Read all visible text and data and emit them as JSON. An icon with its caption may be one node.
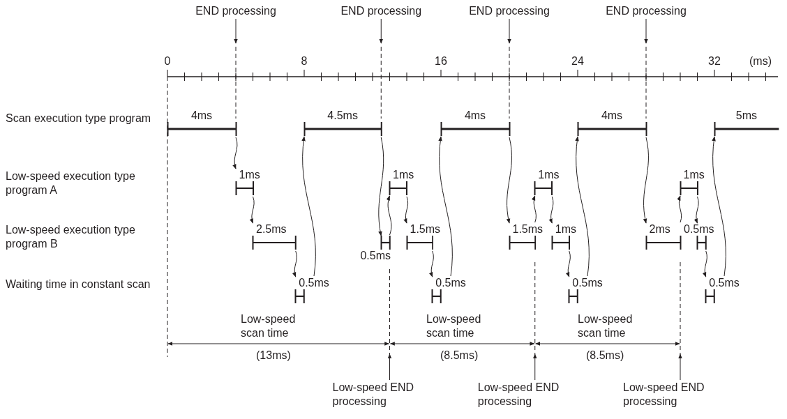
{
  "diagram": {
    "nodes": [
      {
        "text": [
          "END processing"
        ]
      },
      {
        "text": [
          "END processing"
        ]
      },
      {
        "text": [
          "END processing"
        ]
      },
      {
        "text": [
          "END processing"
        ]
      },
      {
        "text": [
          "4ms"
        ]
      },
      {
        "text": [
          "4.5ms"
        ]
      },
      {
        "text": [
          "4ms"
        ]
      },
      {
        "text": [
          "4ms"
        ]
      },
      {
        "text": [
          "5ms"
        ]
      },
      {
        "text": [
          "1ms"
        ]
      },
      {
        "text": [
          "1ms"
        ]
      },
      {
        "text": [
          "1ms"
        ]
      },
      {
        "text": [
          "1ms"
        ]
      },
      {
        "text": [
          "2.5ms"
        ]
      },
      {
        "text": [
          "0.5ms"
        ]
      },
      {
        "text": [
          "1.5ms"
        ]
      },
      {
        "text": [
          "1.5ms"
        ]
      },
      {
        "text": [
          "1ms"
        ]
      },
      {
        "text": [
          "2ms"
        ]
      },
      {
        "text": [
          "0.5ms"
        ]
      },
      {
        "text": [
          "0.5ms"
        ]
      },
      {
        "text": [
          "0.5ms"
        ]
      },
      {
        "text": [
          "0.5ms"
        ]
      },
      {
        "text": [
          "0.5ms"
        ]
      },
      {
        "text": [
          "Low-speed END processing"
        ]
      },
      {
        "text": [
          "Low-speed END processing"
        ]
      },
      {
        "text": [
          "Low-speed END processing"
        ]
      }
    ],
    "edges": [
      {
        "from": 0,
        "to": null,
        "arrow": "to"
      },
      {
        "from": 1,
        "to": null,
        "arrow": "to"
      },
      {
        "from": 2,
        "to": null,
        "arrow": "to"
      },
      {
        "from": 3,
        "to": null,
        "arrow": "to"
      },
      {
        "from": 4,
        "to": 9,
        "arrow": "to"
      },
      {
        "from": 9,
        "to": 13,
        "arrow": "to"
      },
      {
        "from": 13,
        "to": 20,
        "arrow": "to"
      },
      {
        "from": 20,
        "to": 5,
        "arrow": "to"
      },
      {
        "from": 5,
        "to": 14,
        "arrow": "to"
      },
      {
        "from": 14,
        "to": 10,
        "arrow": "to"
      },
      {
        "from": 10,
        "to": 15,
        "arrow": "to"
      },
      {
        "from": 15,
        "to": 21,
        "arrow": "to"
      },
      {
        "from": 21,
        "to": 6,
        "arrow": "to"
      },
      {
        "from": 6,
        "to": 16,
        "arrow": "to"
      },
      {
        "from": 16,
        "to": 11,
        "arrow": "to"
      },
      {
        "from": 11,
        "to": 17,
        "arrow": "to"
      },
      {
        "from": 17,
        "to": 22,
        "arrow": "to"
      },
      {
        "from": 22,
        "to": 7,
        "arrow": "to"
      },
      {
        "from": 7,
        "to": 18,
        "arrow": "to"
      },
      {
        "from": 18,
        "to": 12,
        "arrow": "to"
      },
      {
        "from": 12,
        "to": 19,
        "arrow": "to"
      },
      {
        "from": 19,
        "to": 23,
        "arrow": "to"
      },
      {
        "from": 23,
        "to": 8,
        "arrow": "to"
      },
      {
        "from": 24,
        "to": null,
        "arrow": "to"
      },
      {
        "from": 25,
        "to": null,
        "arrow": "to"
      },
      {
        "from": 26,
        "to": null,
        "arrow": "to"
      }
    ],
    "labels": [
      "0",
      "8",
      "16",
      "24",
      "32",
      "(ms)",
      "Scan execution type program",
      "Low-speed execution type program A",
      "Low-speed execution type program B",
      "Waiting time in constant scan",
      "Low-speed scan time",
      "Low-speed scan time",
      "Low-speed scan time",
      "(13ms)",
      "(8.5ms)",
      "(8.5ms)"
    ]
  }
}
